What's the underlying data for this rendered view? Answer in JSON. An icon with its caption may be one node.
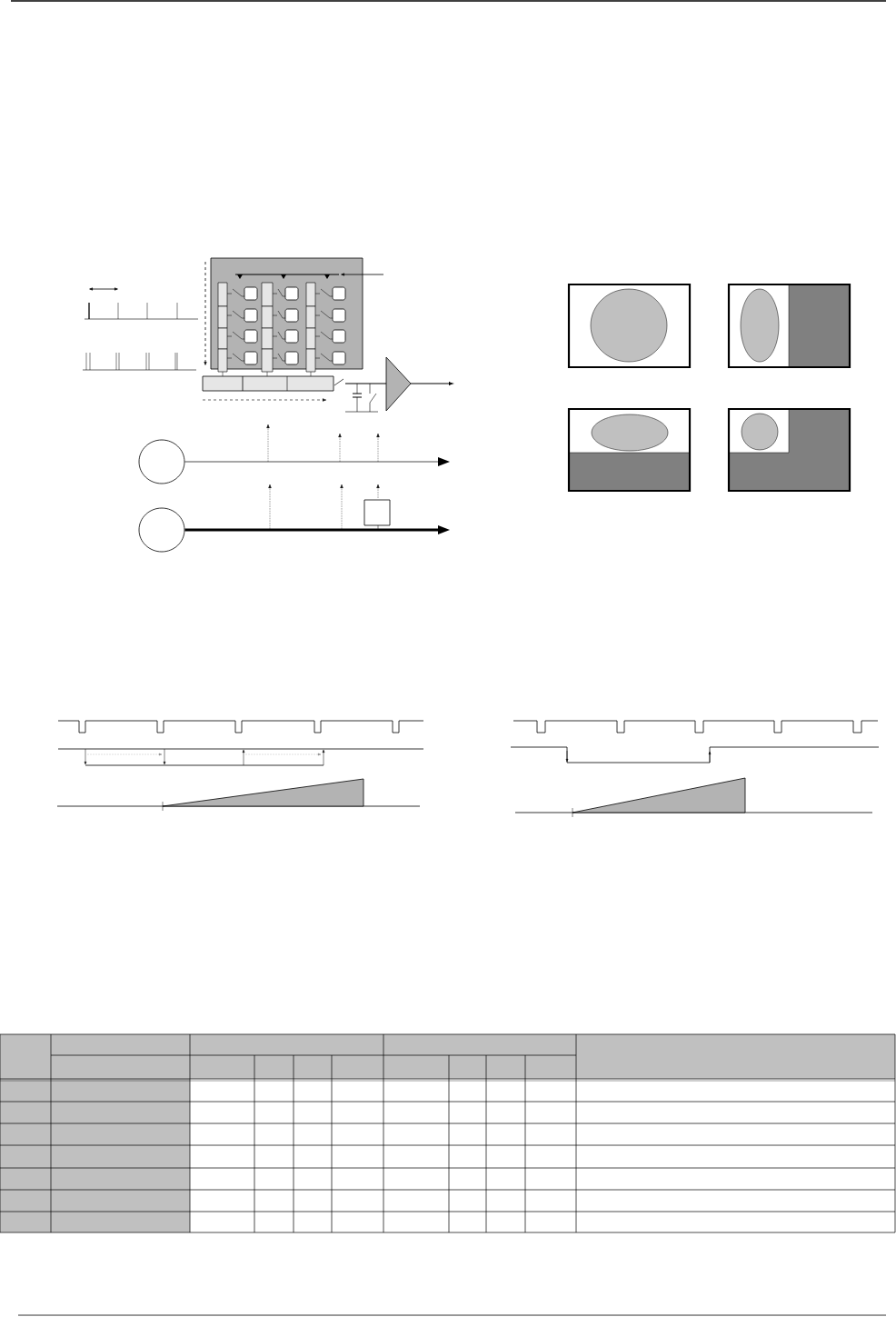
{
  "diagram": {
    "nodes": [
      {
        "text": [],
        "shape": "circle"
      },
      {
        "text": [],
        "shape": "circle"
      },
      {
        "text": [],
        "shape": "box"
      }
    ],
    "edges": [
      {
        "from": 0,
        "to": null,
        "arrow": "to"
      },
      {
        "from": 1,
        "to": null,
        "arrow": "to",
        "style": "thick"
      }
    ]
  }
}
